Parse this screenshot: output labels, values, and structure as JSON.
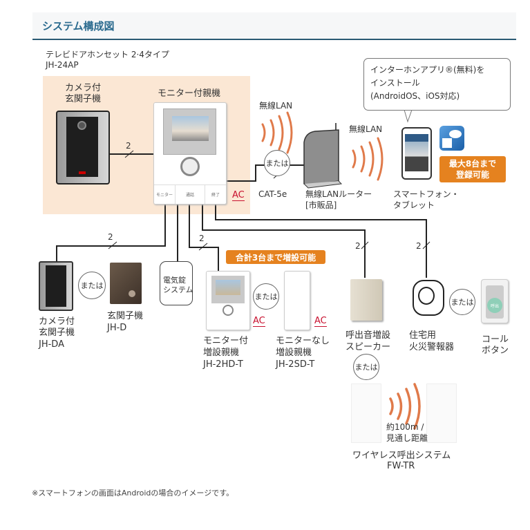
{
  "header": {
    "title": "システム構成図"
  },
  "set": {
    "name": "テレビドアホンセット 2·4タイプ",
    "model": "JH-24AP"
  },
  "main_units": {
    "door_station": {
      "label_line1": "カメラ付",
      "label_line2": "玄関子機"
    },
    "master_monitor": {
      "label": "モニター付親機",
      "buttons": [
        "モニター",
        "通話",
        "終了"
      ]
    }
  },
  "network": {
    "wireless_lan_1": "無線LAN",
    "wireless_lan_2": "無線LAN",
    "or_label": "または",
    "cable": "CAT-5e",
    "router_line1": "無線LANルーター",
    "router_line2": "[市販品]",
    "smartphone_line1": "スマートフォン・",
    "smartphone_line2": "タブレット",
    "app_bubble_line1": "インターホンアプリ®(無料)を",
    "app_bubble_line2": "インストール",
    "app_bubble_line3": "(AndroidOS、iOS対応)",
    "max_badge_line1": "最大8台まで",
    "max_badge_line2": "登録可能"
  },
  "wire_count": "2",
  "ac_label": "AC",
  "options": {
    "door_camera": {
      "line1": "カメラ付",
      "line2": "玄関子機",
      "model": "JH-DA"
    },
    "door_audio": {
      "line1": "玄関子機",
      "model": "JH-D"
    },
    "or_label": "または",
    "electric_lock": {
      "line1": "電気錠",
      "line2": "システム"
    },
    "expansion_badge": "合計3台まで増設可能",
    "sub_monitor": {
      "line1": "モニター付",
      "line2": "増設親機",
      "model": "JH-2HD-T"
    },
    "sub_nomonitor": {
      "line1": "モニターなし",
      "line2": "増設親機",
      "model": "JH-2SD-T"
    },
    "speaker": {
      "line1": "呼出音増設",
      "line2": "スピーカー"
    },
    "fire_alarm": {
      "line1": "住宅用",
      "line2": "火災警報器"
    },
    "call_button": {
      "line1": "コール",
      "line2": "ボタン",
      "face": "呼出"
    },
    "wireless_call": {
      "range_line1": "約100m /",
      "range_line2": "見通し距離",
      "line1": "ワイヤレス呼出システム",
      "model": "FW-TR"
    }
  },
  "footnote": "※スマートフォンの画面はAndroidの場合のイメージです。",
  "colors": {
    "accent_orange": "#e5821f",
    "wave": "#e07a4a",
    "ac_red": "#c8102e",
    "header_blue": "#2a6a8e",
    "set_bg": "#fbe7d4"
  }
}
